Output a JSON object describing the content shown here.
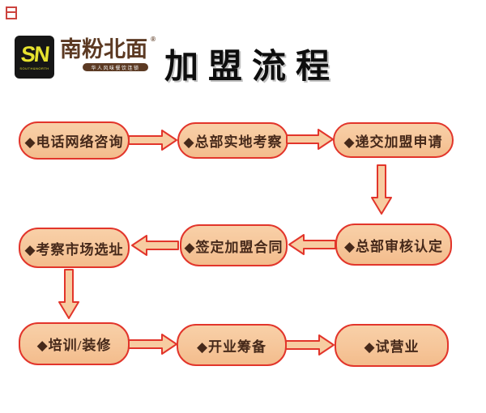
{
  "page": {
    "background": "#ffffff",
    "accent_border": "#e2352b",
    "node_fill": "#f6c79e",
    "node_text_color": "#46291a"
  },
  "corner_mark": {
    "color": "#c4231d"
  },
  "header": {
    "sn_logo": {
      "text": "SN",
      "tagline": "SOUTH&NORTH",
      "bg": "#161616",
      "fg": "#e6e22f"
    },
    "brand_logo": {
      "text": "南粉北面",
      "registered": "®",
      "tagline": "华人风味餐饮连锁",
      "color": "#5c3a23"
    },
    "title": "加盟流程"
  },
  "flow": {
    "nodes": [
      {
        "id": "step-1",
        "label": "◆电话网络咨询"
      },
      {
        "id": "step-2",
        "label": "◆总部实地考察"
      },
      {
        "id": "step-3",
        "label": "◆递交加盟申请"
      },
      {
        "id": "step-4",
        "label": "◆总部审核认定"
      },
      {
        "id": "step-5",
        "label": "◆签定加盟合同"
      },
      {
        "id": "step-6",
        "label": "◆考察市场选址"
      },
      {
        "id": "step-7",
        "label": "◆培训/装修"
      },
      {
        "id": "step-8",
        "label": "◆开业筹备"
      },
      {
        "id": "step-9",
        "label": "◆试营业"
      }
    ],
    "connections": [
      "step-1 → step-2",
      "step-2 → step-3",
      "step-3 ↓ step-4",
      "step-4 → step-5",
      "step-5 → step-6",
      "step-6 ↓ step-7",
      "step-7 → step-8",
      "step-8 → step-9"
    ]
  }
}
